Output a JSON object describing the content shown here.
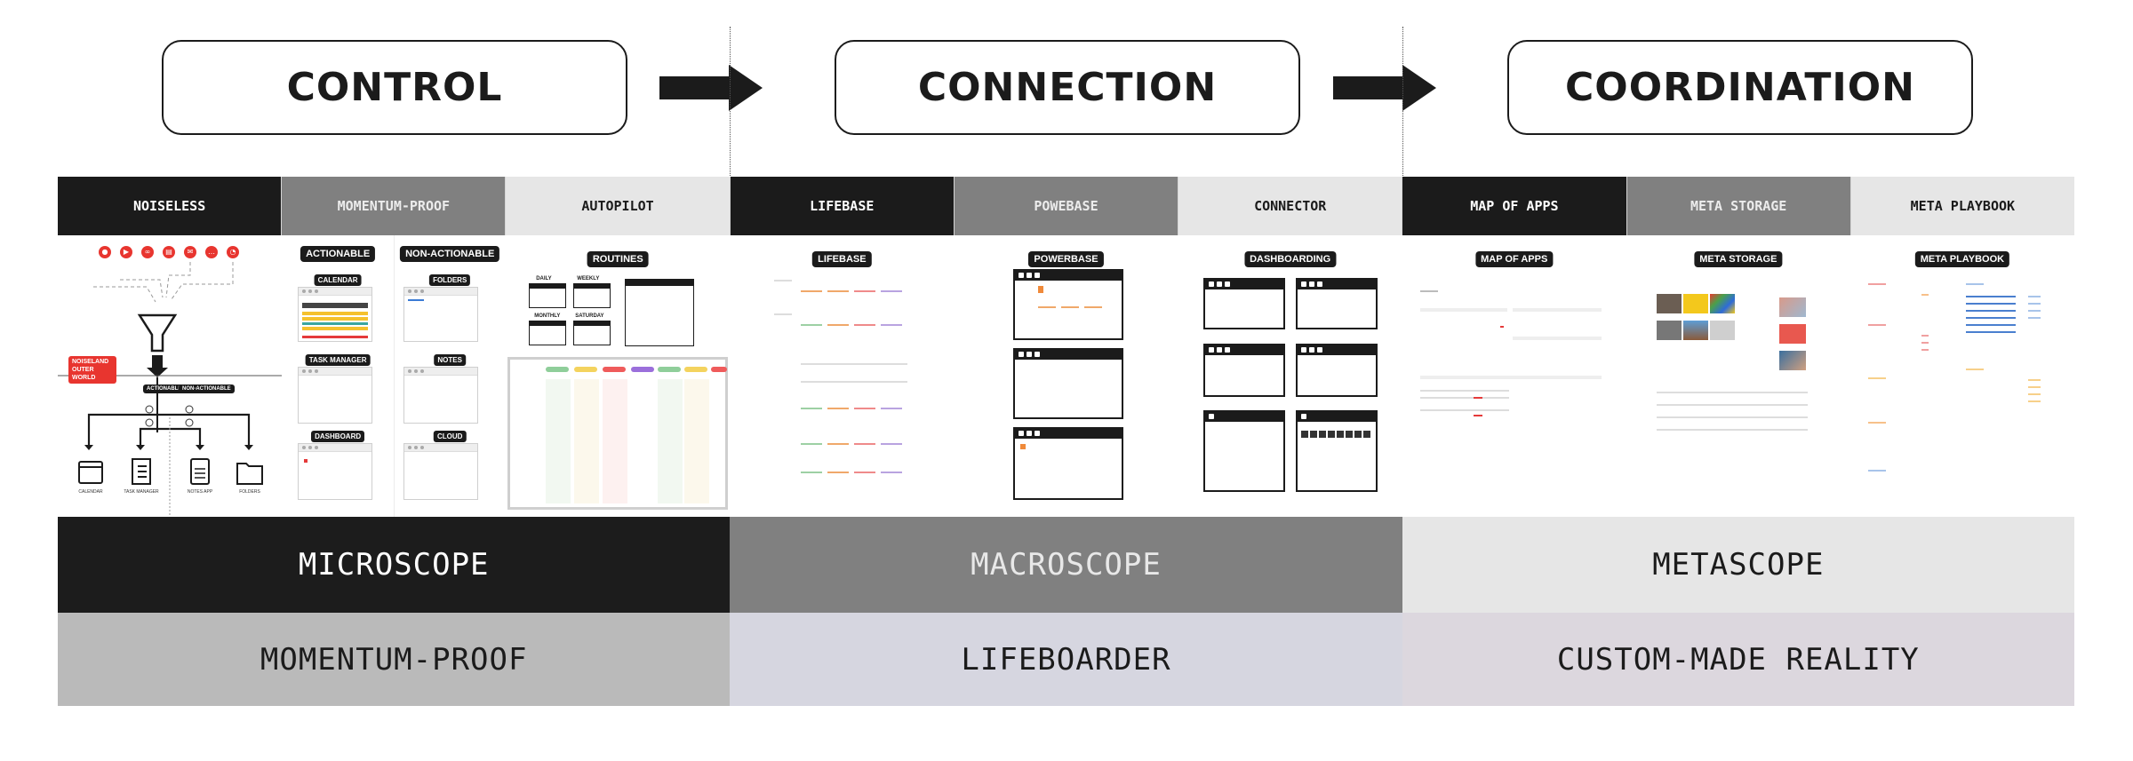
{
  "stages": [
    {
      "label": "CONTROL"
    },
    {
      "label": "CONNECTION"
    },
    {
      "label": "COORDINATION"
    }
  ],
  "arrows": [
    "arrow-right-icon",
    "arrow-right-icon"
  ],
  "headers": [
    {
      "label": "NOISELESS",
      "tone": "dark"
    },
    {
      "label": "MOMENTUM-PROOF",
      "tone": "mid"
    },
    {
      "label": "AUTOPILOT",
      "tone": "light"
    },
    {
      "label": "LIFEBASE",
      "tone": "dark"
    },
    {
      "label": "POWEBASE",
      "tone": "mid"
    },
    {
      "label": "CONNECTOR",
      "tone": "light"
    },
    {
      "label": "MAP OF APPS",
      "tone": "dark"
    },
    {
      "label": "META STORAGE",
      "tone": "mid"
    },
    {
      "label": "META PLAYBOOK",
      "tone": "light"
    }
  ],
  "noiseless": {
    "source_icons": [
      "microphone-icon",
      "video-icon",
      "link-icon",
      "book-icon",
      "mail-icon",
      "chat-icon",
      "bell-icon"
    ],
    "zone_badge": "NOISELAND OUTER WORLD",
    "branch_actionable": "ACTIONABLE",
    "branch_non_actionable": "NON-ACTIONABLE",
    "outputs": [
      {
        "icon": "calendar-icon",
        "label": "CALENDAR"
      },
      {
        "icon": "task-list-icon",
        "label": "TASK MANAGER"
      },
      {
        "icon": "document-icon",
        "label": "NOTES APP"
      },
      {
        "icon": "folder-icon",
        "label": "FOLDERS"
      }
    ]
  },
  "momentum": {
    "actionable": {
      "title": "ACTIONABLE",
      "items": [
        "CALENDAR",
        "TASK MANAGER",
        "DASHBOARD"
      ]
    },
    "non_actionable": {
      "title": "NON-ACTIONABLE",
      "items": [
        "FOLDERS",
        "NOTES",
        "CLOUD"
      ]
    }
  },
  "autopilot": {
    "title": "ROUTINES",
    "items": [
      "DAILY",
      "WEEKLY",
      "MONTHLY",
      "SATURDAY"
    ]
  },
  "lifebase": {
    "title": "LIFEBASE"
  },
  "powerbase": {
    "title": "POWERBASE"
  },
  "connector": {
    "title": "DASHBOARDING"
  },
  "map_of_apps": {
    "title": "MAP OF APPS"
  },
  "meta_storage": {
    "title": "META STORAGE"
  },
  "meta_playbook": {
    "title": "META PLAYBOOK"
  },
  "scopes": [
    "MICROSCOPE",
    "MACROSCOPE",
    "METASCOPE"
  ],
  "outcomes": [
    "MOMENTUM-PROOF",
    "LIFEBOARDER",
    "CUSTOM-MADE REALITY"
  ],
  "colors": {
    "dark": "#1c1c1c",
    "mid": "#808080",
    "light": "#e6e6e6",
    "outcome1": "#bababa",
    "outcome2": "#d6d6e0",
    "outcome3": "#dcd7de",
    "accent_red": "#e8352f"
  }
}
